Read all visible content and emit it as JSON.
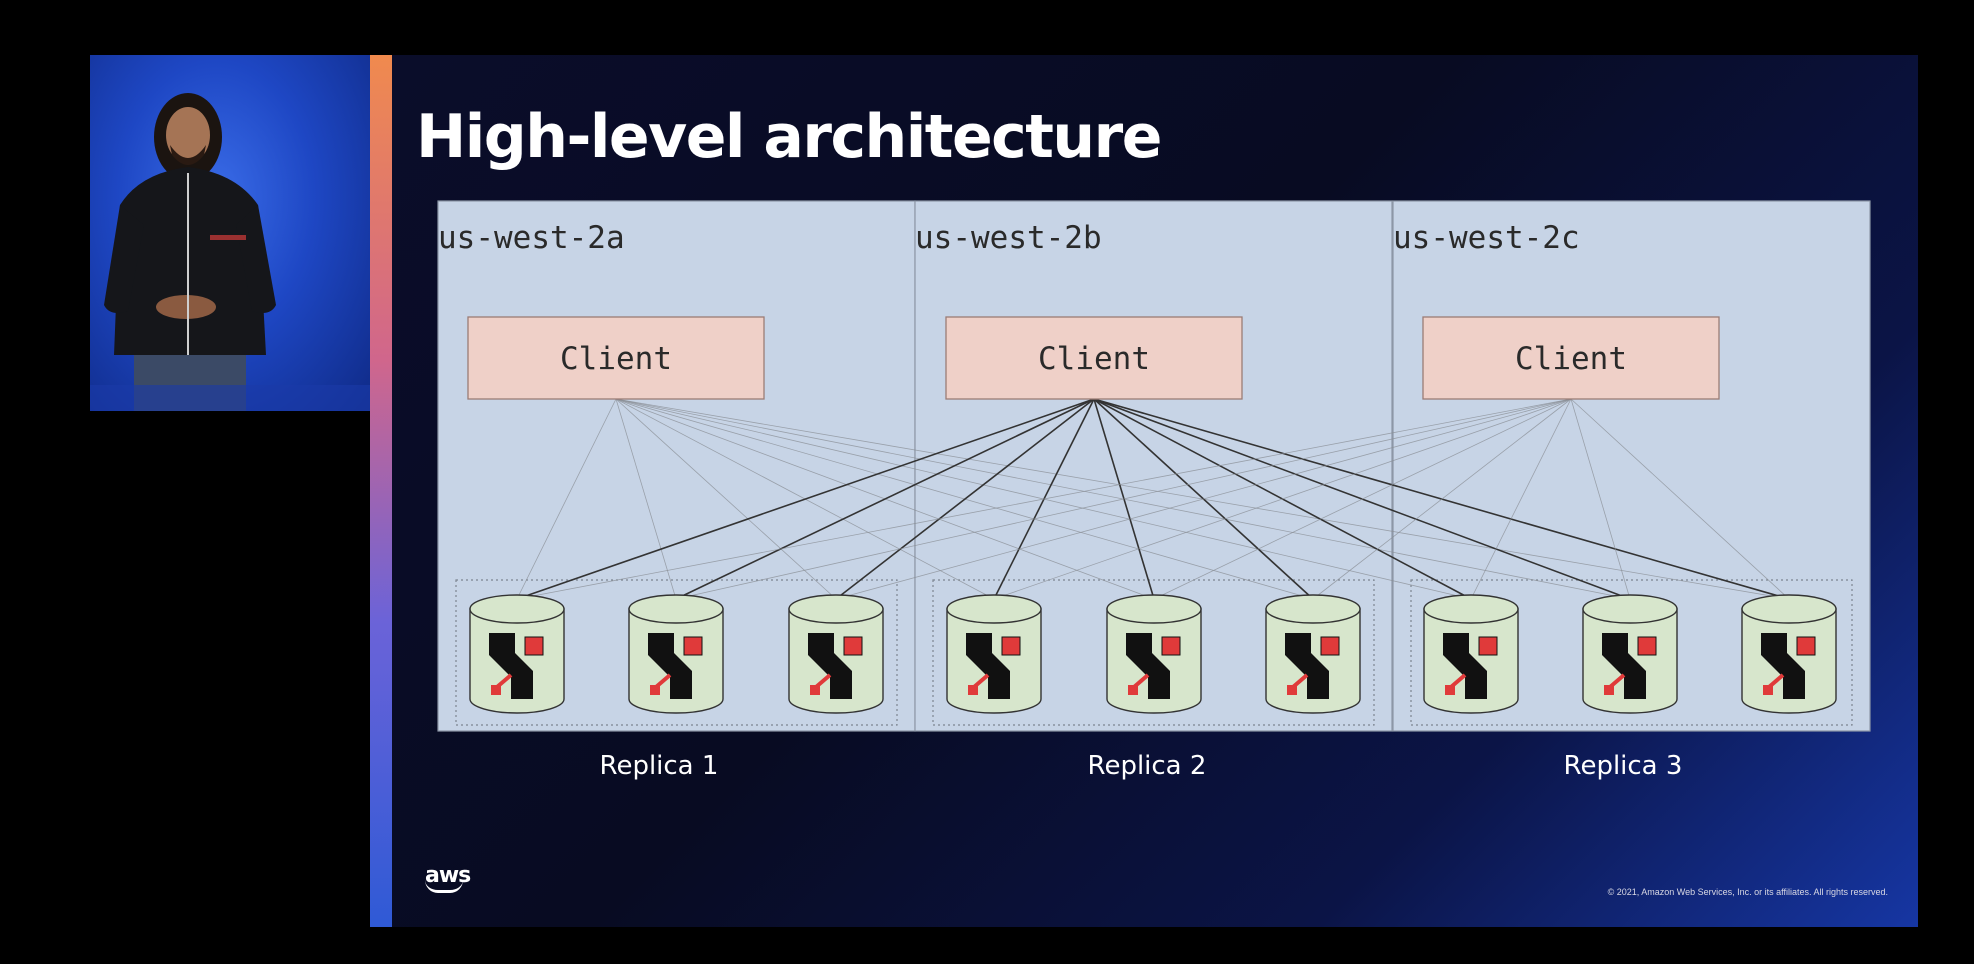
{
  "slide": {
    "title": "High-level architecture",
    "copyright": "© 2021, Amazon Web Services, Inc. or its affiliates. All rights reserved.",
    "logo_text": "aws"
  },
  "zones": [
    {
      "name": "us-west-2a",
      "client": "Client",
      "replica": "Replica 1"
    },
    {
      "name": "us-west-2b",
      "client": "Client",
      "replica": "Replica 2"
    },
    {
      "name": "us-west-2c",
      "client": "Client",
      "replica": "Replica 3"
    }
  ],
  "colors": {
    "zone_fill": "#c7d4e6",
    "client_fill": "#efd0c8",
    "db_fill": "#d7e6cc",
    "db_logo_red": "#e03a3a",
    "highlight_line": "#333333",
    "faint_line": "#8a8f96"
  },
  "icons": {
    "database": "database-icon",
    "logo": "aws-logo"
  }
}
